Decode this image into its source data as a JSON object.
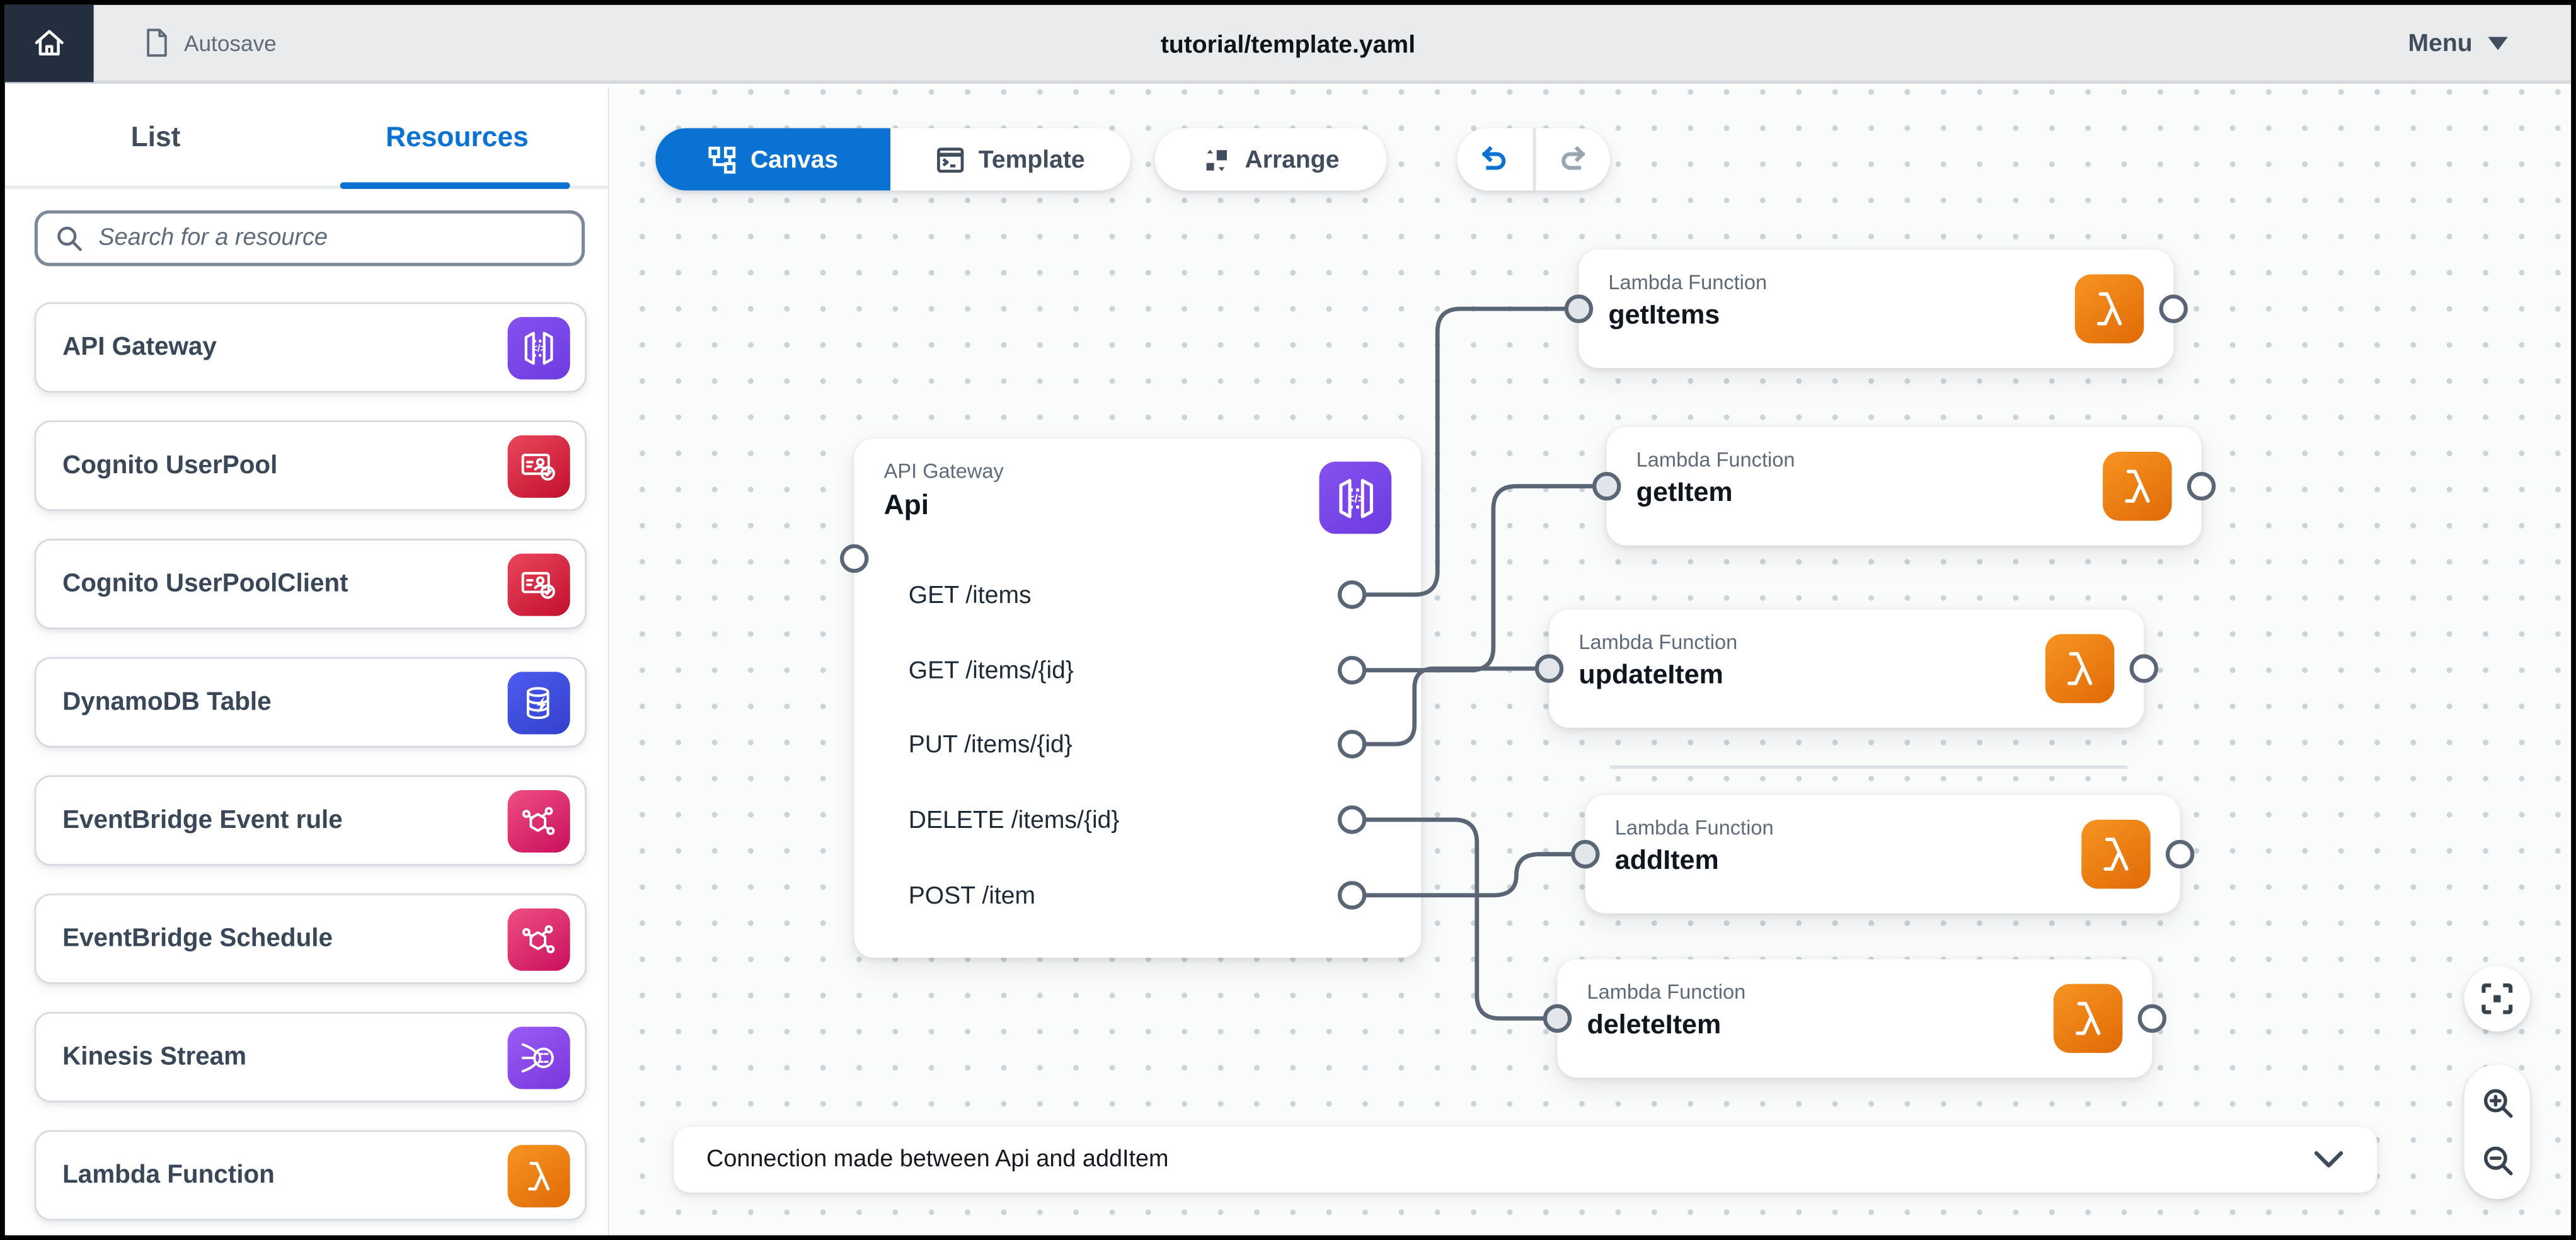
{
  "window": {
    "autosave_label": "Autosave",
    "title": "tutorial/template.yaml",
    "menu_label": "Menu"
  },
  "sidebar": {
    "tabs": [
      {
        "label": "List",
        "active": false
      },
      {
        "label": "Resources",
        "active": true
      }
    ],
    "search_placeholder": "Search for a resource",
    "resources": [
      {
        "label": "API Gateway",
        "icon": "api-gateway",
        "color_top": "#8552ef",
        "color_bottom": "#6d3be0"
      },
      {
        "label": "Cognito UserPool",
        "icon": "cognito-userpool",
        "color_top": "#e9475a",
        "color_bottom": "#c20f2f"
      },
      {
        "label": "Cognito UserPoolClient",
        "icon": "cognito-userpool",
        "color_top": "#e9475a",
        "color_bottom": "#c20f2f"
      },
      {
        "label": "DynamoDB Table",
        "icon": "dynamodb",
        "color_top": "#4d5cf0",
        "color_bottom": "#3340cc"
      },
      {
        "label": "EventBridge Event rule",
        "icon": "eventbridge",
        "color_top": "#ee4f82",
        "color_bottom": "#c90f5e"
      },
      {
        "label": "EventBridge Schedule",
        "icon": "eventbridge",
        "color_top": "#ee4f82",
        "color_bottom": "#c90f5e"
      },
      {
        "label": "Kinesis Stream",
        "icon": "kinesis",
        "color_top": "#9a5cf6",
        "color_bottom": "#7936dd"
      },
      {
        "label": "Lambda Function",
        "icon": "lambda",
        "color_top": "#f79422",
        "color_bottom": "#e06a06"
      }
    ]
  },
  "toolbar": {
    "canvas_label": "Canvas",
    "template_label": "Template",
    "arrange_label": "Arrange"
  },
  "canvas": {
    "api_card": {
      "type_label": "API Gateway",
      "name": "Api",
      "icon": "api-gateway",
      "routes": [
        "GET /items",
        "GET /items/{id}",
        "PUT /items/{id}",
        "DELETE /items/{id}",
        "POST /item"
      ]
    },
    "lambda_cards": [
      {
        "type_label": "Lambda Function",
        "name": "getItems",
        "icon": "lambda"
      },
      {
        "type_label": "Lambda Function",
        "name": "getItem",
        "icon": "lambda"
      },
      {
        "type_label": "Lambda Function",
        "name": "updateItem",
        "icon": "lambda"
      },
      {
        "type_label": "Lambda Function",
        "name": "addItem",
        "icon": "lambda"
      },
      {
        "type_label": "Lambda Function",
        "name": "deleteItem",
        "icon": "lambda"
      }
    ]
  },
  "status_bar": {
    "message": "Connection made between Api and addItem"
  },
  "colors": {
    "accent_blue": "#0972d3",
    "topbar_bg": "#e9ebed",
    "home_bg": "#232f3e",
    "wire": "#5a6675",
    "lambda_orange": "#ed7100",
    "apigw_purple": "#7948e8"
  }
}
